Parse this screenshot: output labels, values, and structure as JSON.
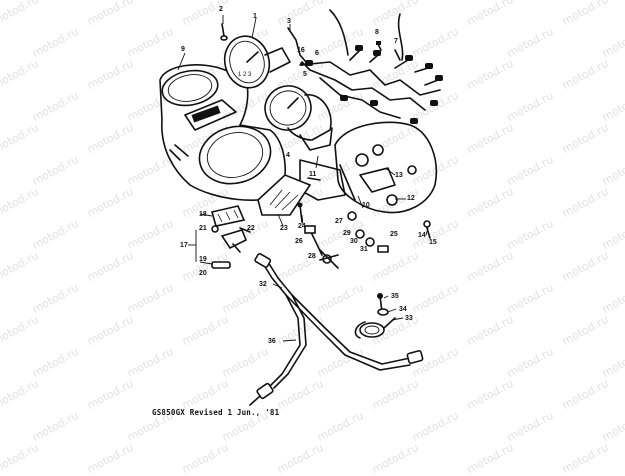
{
  "diagram": {
    "watermark": "motod.ru",
    "caption": "GS850GX  Revised 1 Jun., '81",
    "part_numbers": [
      "1",
      "2",
      "3",
      "4",
      "5",
      "6",
      "7",
      "8",
      "9",
      "10",
      "11",
      "12",
      "13",
      "14",
      "15",
      "16",
      "17",
      "18",
      "19",
      "20",
      "21",
      "22",
      "23",
      "24",
      "25",
      "26",
      "27",
      "28",
      "29",
      "30",
      "31",
      "32",
      "33",
      "34",
      "35",
      "36"
    ]
  }
}
